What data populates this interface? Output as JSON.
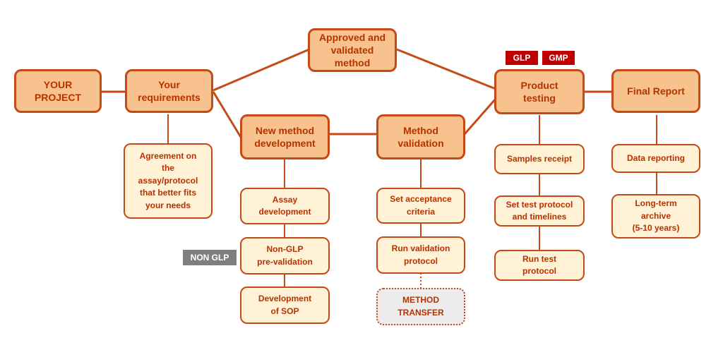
{
  "nodes": {
    "your_project": "YOUR\nPROJECT",
    "your_requirements": "Your\nrequirements",
    "approved_method": "Approved and\nvalidated\nmethod",
    "new_method_dev": "New method\ndevelopment",
    "method_validation": "Method\nvalidation",
    "product_testing": "Product\ntesting",
    "final_report": "Final Report",
    "agreement": "Agreement on\nthe\nassay/protocol\nthat better fits\nyour needs",
    "assay_dev": "Assay\ndevelopment",
    "non_glp_prevalidation": "Non-GLP\npre-validation",
    "development_sop": "Development\nof SOP",
    "set_acceptance": "Set acceptance\ncriteria",
    "run_validation": "Run validation\nprotocol",
    "method_transfer": "METHOD\nTRANSFER",
    "samples_receipt": "Samples receipt",
    "set_test_protocol": "Set test protocol\nand timelines",
    "run_test_protocol": "Run test\nprotocol",
    "data_reporting": "Data reporting",
    "long_term_archive": "Long-term\narchive\n(5-10 years)"
  },
  "tags": {
    "glp": "GLP",
    "gmp": "GMP",
    "non_glp": "NON GLP"
  },
  "colors": {
    "border": "#c54a16",
    "main_fill": "#f7c28d",
    "sub_fill": "#fff2d6",
    "text": "#b83200",
    "tag_red": "#c00000",
    "tag_gray": "#7f7f7f",
    "transfer_fill": "#ececec"
  }
}
